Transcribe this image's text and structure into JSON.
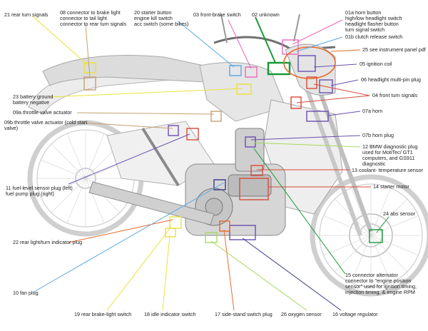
{
  "colors": {
    "line_yellow": "#e8e23a",
    "line_blue": "#5aa8e0",
    "line_purple": "#6a4fb0",
    "line_orange": "#e86a2a",
    "line_green": "#1a9a3a",
    "line_pink": "#e868b8",
    "line_lightgreen": "#a8d860",
    "line_grey": "#9a9a9a",
    "line_red": "#d84a3a",
    "line_navy": "#3a3a8a",
    "line_tan": "#c8a070"
  },
  "labels": {
    "l21": [
      "21 rear turn signals"
    ],
    "l08": [
      "08 connector to brake light",
      "connector to tail light",
      "connector to rear turn signals"
    ],
    "l20": [
      "20 starter button",
      "engine kill switch",
      "acc switch (some bikes)"
    ],
    "l03": [
      "03 front-brake switch"
    ],
    "l02": [
      "02 unknown"
    ],
    "l01a": [
      "01a horn button",
      "high/low headlight switch",
      "headlight flasher button",
      "turn signal switch"
    ],
    "l01b": [
      "01b clutch release switch"
    ],
    "l25": [
      "25 see instrument panel pdf"
    ],
    "l05": [
      "05 ignition coil"
    ],
    "l06": [
      "06 headlight  multi-pin plug"
    ],
    "l04": [
      "04 front turn signals"
    ],
    "l23": [
      "23 battery ground",
      "battery negative"
    ],
    "l09a": [
      "09a  throttle valve actuator"
    ],
    "l09b": [
      "09b  throttle valve actuator (cold start",
      "valve)"
    ],
    "l07a": [
      "07a horn"
    ],
    "l07b": [
      "07b horn plug"
    ],
    "l12": [
      "12 BMW diagnostic plug",
      "used for MotiTec/ GT1",
      "computers, and GS911",
      "diagnostic"
    ],
    "l13": [
      "13 coolant- temperature sensor"
    ],
    "l11": [
      "11 fuel-level sensor plug (left)",
      "fuel pump plug (right)"
    ],
    "l14": [
      "14 starter motor"
    ],
    "l24": [
      "24 abs sensor"
    ],
    "l22": [
      "22 rear light/turn indicator plug"
    ],
    "l15": [
      "15 connector alternator",
      "connector to \"engine position",
      "sensor\" used for ignition timing,",
      "injection timing, & engine RPM"
    ],
    "l10": [
      "10 fan plug"
    ],
    "l19": [
      "19 rear brake-light switch"
    ],
    "l18": [
      "18 idle indicator switch"
    ],
    "l17": [
      "17 side-stand switch plug"
    ],
    "l26": [
      "26 oxygen sensor"
    ],
    "l16": [
      "16 voltage regulator"
    ]
  }
}
